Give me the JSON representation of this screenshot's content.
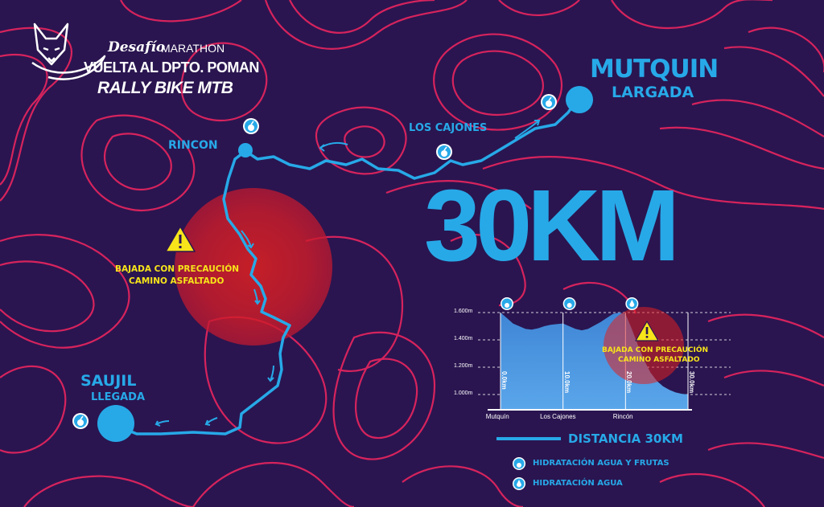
{
  "brand": {
    "desafio": "Desafío",
    "marathon": "MARATHON",
    "line2": "VUELTA AL DPTO. POMAN",
    "line3": "RALLY BIKE MTB"
  },
  "route": {
    "start_name": "MUTQUIN",
    "start_label": "LARGADA",
    "waypoint_cajones": "LOS CAJONES",
    "waypoint_rincon": "RINCON",
    "finish_name": "SAUJIL",
    "finish_label": "LLEGADA",
    "map_warning_line1": "BAJADA CON PRECAUCIÓN",
    "map_warning_line2": "CAMINO ASFALTADO",
    "distance": "30KM"
  },
  "colors": {
    "background": "#2a1550",
    "contours": "#e0245e",
    "route": "#27a9e8",
    "warning": "#f7e41a",
    "danger_zone": "#e02020"
  },
  "chart_data": {
    "type": "area",
    "title": "",
    "y_ticks": [
      "1.600m",
      "1.400m",
      "1.200m",
      "1.000m"
    ],
    "ylim": [
      1000,
      1600
    ],
    "xlim": [
      0,
      30
    ],
    "x_markers": [
      {
        "km": 0,
        "label": "0.0km",
        "place": "Mutquín",
        "stop": "agua-frutas"
      },
      {
        "km": 10,
        "label": "10.0km",
        "place": "Los Cajones",
        "stop": "agua-frutas"
      },
      {
        "km": 20,
        "label": "20.0km",
        "place": "Rincón",
        "stop": "agua"
      },
      {
        "km": 30,
        "label": "30.0km",
        "place": "",
        "stop": ""
      }
    ],
    "x": [
      0,
      1,
      2,
      3,
      4,
      5,
      6,
      7,
      8,
      9,
      10,
      11,
      12,
      13,
      14,
      15,
      16,
      17,
      18,
      19,
      20,
      21,
      22,
      23,
      24,
      25,
      26,
      27,
      28,
      29,
      30
    ],
    "series": [
      {
        "values": [
          1600,
          1560,
          1520,
          1500,
          1480,
          1475,
          1485,
          1500,
          1510,
          1515,
          1520,
          1500,
          1480,
          1470,
          1480,
          1505,
          1530,
          1560,
          1590,
          1600,
          1590,
          1480,
          1360,
          1250,
          1160,
          1100,
          1060,
          1035,
          1015,
          1005,
          1000
        ]
      }
    ],
    "warning_line1": "BAJADA CON PRECAUCIÓN",
    "warning_line2": "CAMINO ASFALTADO",
    "grid": true
  },
  "legend": {
    "distance": "DISTANCIA 30KM",
    "water_fruit": "HIDRATACIÓN AGUA Y FRUTAS",
    "water": "HIDRATACIÓN AGUA"
  }
}
